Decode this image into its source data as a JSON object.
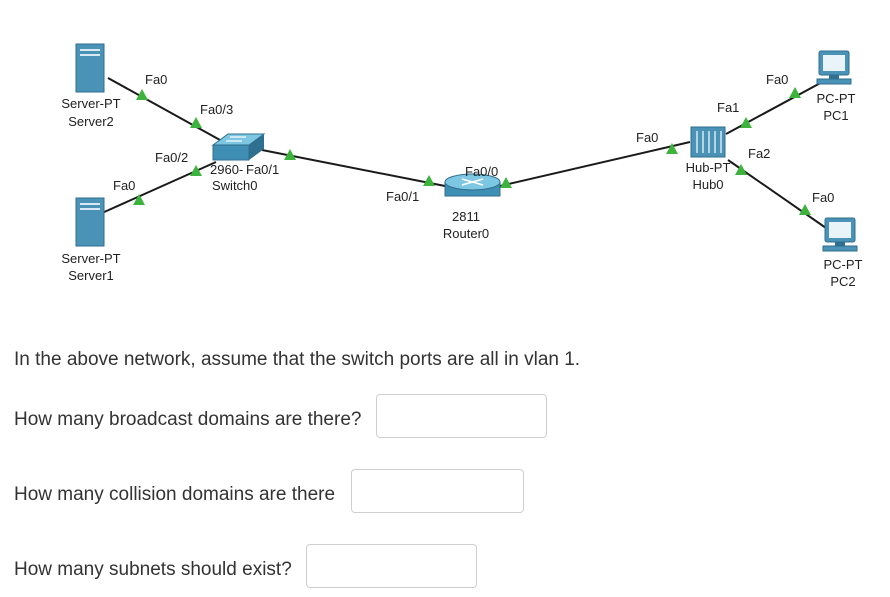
{
  "devices": {
    "server2": {
      "line1": "Server-PT",
      "line2": "Server2"
    },
    "server1": {
      "line1": "Server-PT",
      "line2": "Server1"
    },
    "switch0": {
      "line1": "2960-",
      "line2": "Switch0"
    },
    "router0": {
      "line1": "2811",
      "line2": "Router0"
    },
    "hub0": {
      "line1": "Hub-PT",
      "line2": "Hub0"
    },
    "pc1": {
      "line1": "PC-PT",
      "line2": "PC1"
    },
    "pc2": {
      "line1": "PC-PT",
      "line2": "PC2"
    }
  },
  "ports": {
    "server2_fa0": "Fa0",
    "switch_fa0_3": "Fa0/3",
    "switch_fa0_2": "Fa0/2",
    "switch_fa0_1": "Fa0/1",
    "server1_fa0": "Fa0",
    "router_fa0_1": "Fa0/1",
    "router_fa0_0": "Fa0/0",
    "hub_fa0": "Fa0",
    "hub_fa1": "Fa1",
    "hub_fa2": "Fa2",
    "pc1_fa0": "Fa0",
    "pc2_fa0": "Fa0"
  },
  "intro_text": "In the above network, assume that the switch ports are all in vlan 1.",
  "questions": [
    {
      "label": "How many broadcast domains are there?",
      "value": ""
    },
    {
      "label": "How many collision domains are there",
      "value": ""
    },
    {
      "label": "How many subnets should exist?",
      "value": ""
    }
  ],
  "colors": {
    "link": "#1a1a1a",
    "port_up": "#3db33d",
    "device_blue": "#4a93b7",
    "device_dark": "#2f6f8f"
  }
}
